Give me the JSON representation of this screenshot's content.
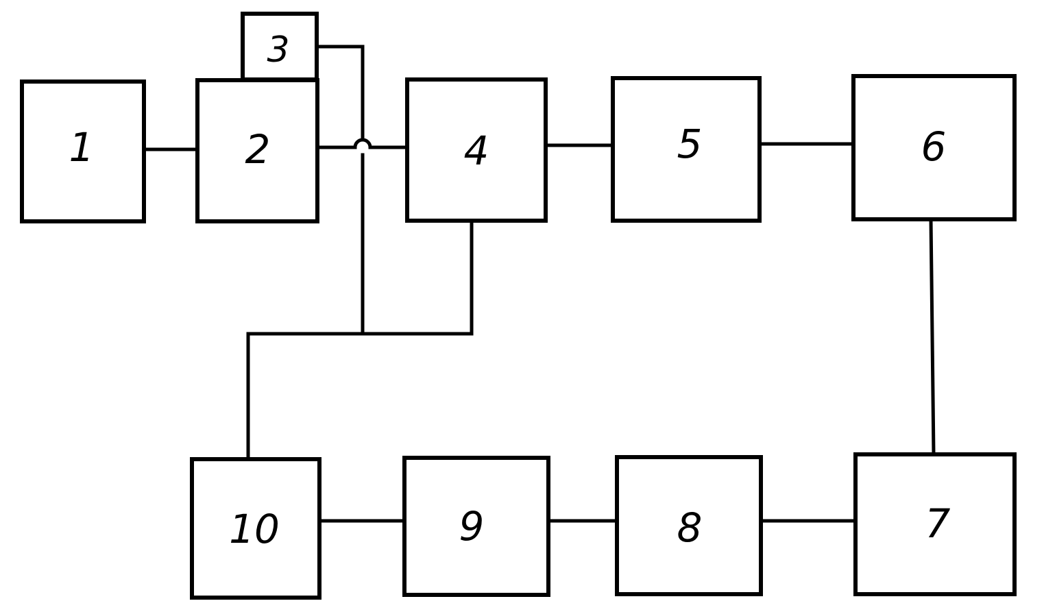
{
  "diagram": {
    "blocks": {
      "b1": "1",
      "b2": "2",
      "b3": "3",
      "b4": "4",
      "b5": "5",
      "b6": "6",
      "b7": "7",
      "b8": "8",
      "b9": "9",
      "b10": "10"
    },
    "colors": {
      "line": "#000000",
      "background": "#ffffff"
    }
  }
}
